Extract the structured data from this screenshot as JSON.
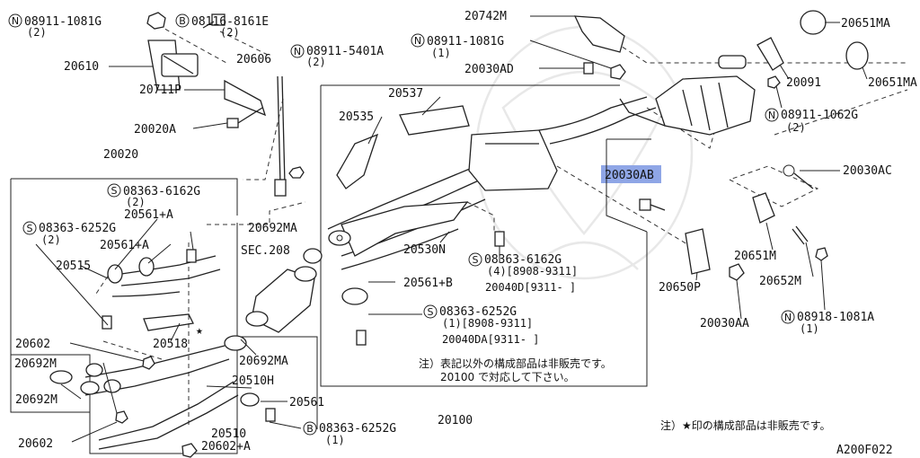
{
  "labels": {
    "l_08911_1081G_a": "08911-1081G",
    "l_08911_1081G_a_q": "(2)",
    "l_08116_8161E": "08116-8161E",
    "l_08116_8161E_q": "(2)",
    "l_20742M": "20742M",
    "l_20651MA_a": "20651MA",
    "l_20651MA_b": "20651MA",
    "l_20610": "20610",
    "l_20606": "20606",
    "l_08911_5401A": "08911-5401A",
    "l_08911_5401A_q": "(2)",
    "l_08911_1081G_b": "08911-1081G",
    "l_08911_1081G_b_q": "(1)",
    "l_20030AD": "20030AD",
    "l_20711P": "20711P",
    "l_20537": "20537",
    "l_20091": "20091",
    "l_20535": "20535",
    "l_08911_1062G": "08911-1062G",
    "l_08911_1062G_q": "(2)",
    "l_20020A": "20020A",
    "l_20020": "20020",
    "l_20030AB": "20030AB",
    "l_20030AC": "20030AC",
    "l_08363_6162G_a": "08363-6162G",
    "l_08363_6162G_a_q": "(2)",
    "l_20561A_a": "20561+A",
    "l_08363_6252G_a": "08363-6252G",
    "l_08363_6252G_a_q": "(2)",
    "l_20561A_b": "20561+A",
    "l_20692MA_a": "20692MA",
    "l_SEC208": "SEC.208",
    "l_20530N": "20530N",
    "l_20651M": "20651M",
    "l_20515": "20515",
    "l_08363_6162G_b": "08363-6162G",
    "l_08363_6162G_b_q": "(4)[8908-9311]",
    "l_20040D": "20040D[9311-    ]",
    "l_20650P": "20650P",
    "l_20652M": "20652M",
    "l_20561B": "20561+B",
    "l_08363_6252G_b": "08363-6252G",
    "l_08363_6252G_b_q": "(1)[8908-9311]",
    "l_20040DA": "20040DA[9311-    ]",
    "l_20030AA": "20030AA",
    "l_08918_1081A": "08918-1081A",
    "l_08918_1081A_q": "(1)",
    "l_20602_a": "20602",
    "l_20518": "20518",
    "l_20692M_a": "20692M",
    "l_20692MA_b": "20692MA",
    "l_20692M_b": "20692M",
    "l_20510H": "20510H",
    "l_20561": "20561",
    "l_20100": "20100",
    "l_20602_b": "20602",
    "l_20510": "20510",
    "l_20602A": "20602+A",
    "l_08363_6252G_c": "08363-6252G",
    "l_08363_6252G_c_q": "(1)",
    "note1_line1": "注）表記以外の構成部品は非販売です。",
    "note1_line2": "20100 で対応して下さい。",
    "note2": "注）★印の構成部品は非販売です。",
    "diagram_code": "A200F022"
  },
  "prefix": {
    "N": "N",
    "B": "B",
    "S": "S"
  },
  "star": "★",
  "colors": {
    "highlight": "#8fa6e6",
    "ink": "#111111"
  }
}
